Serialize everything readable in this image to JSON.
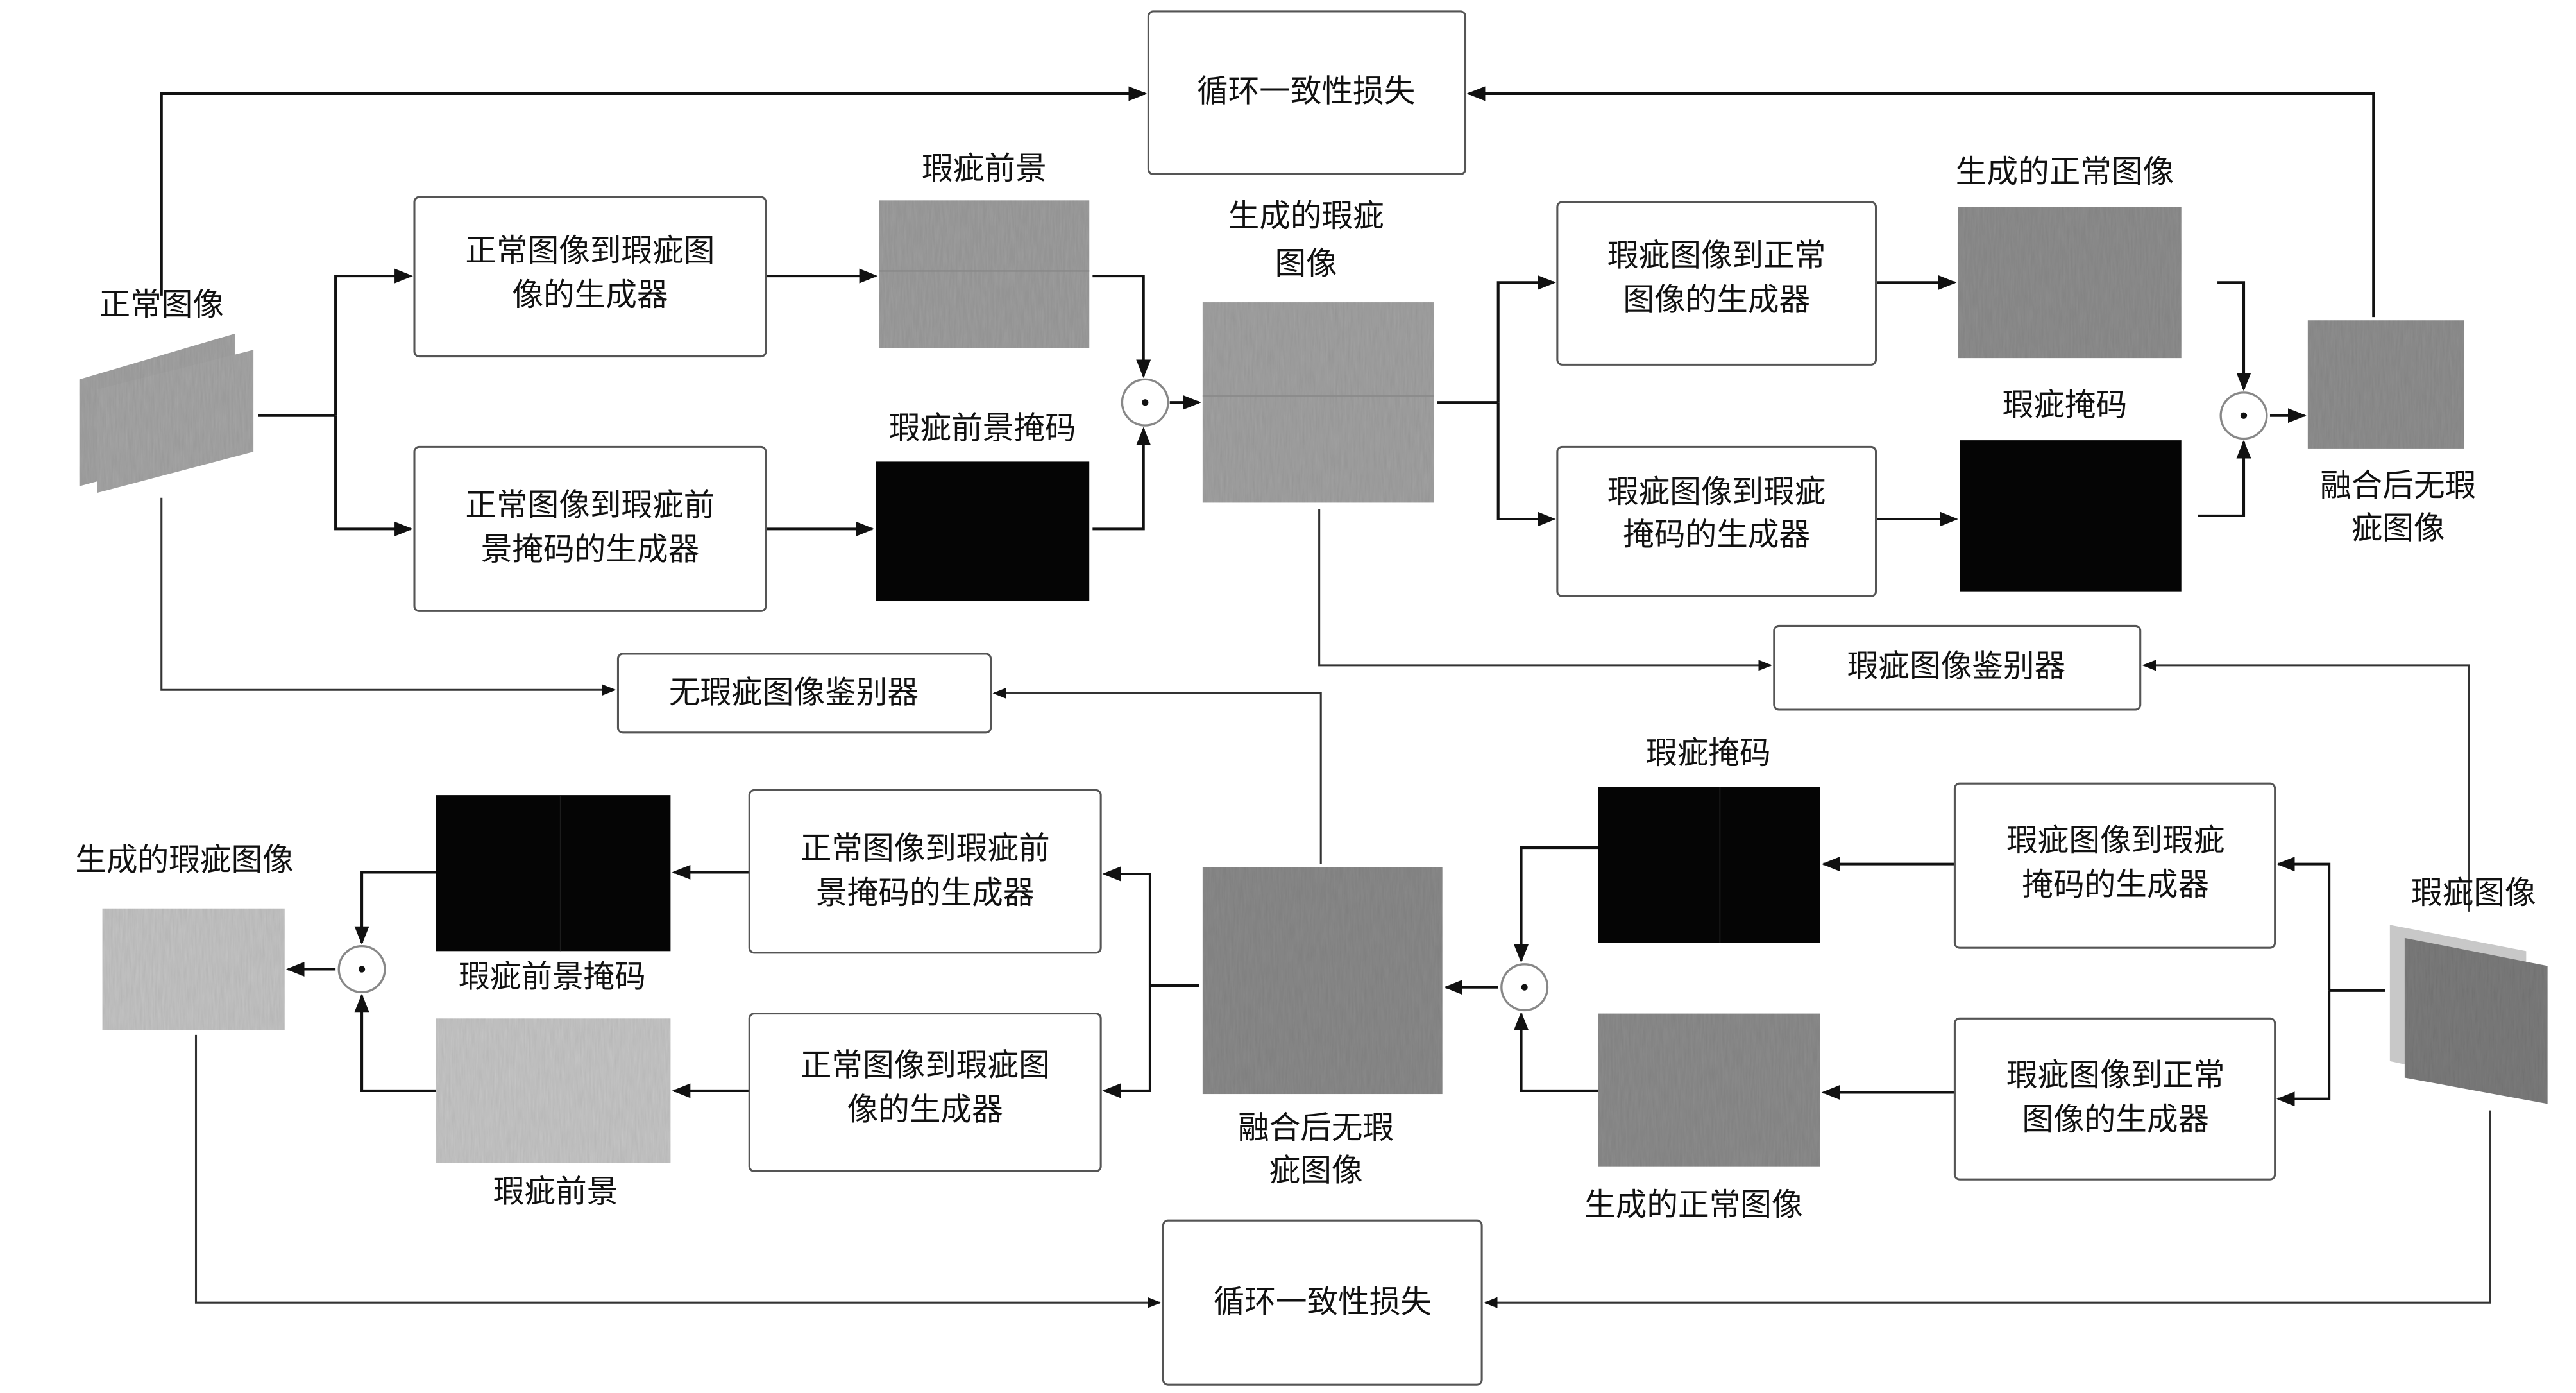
{
  "title": "Cycle-consistent defect generation framework",
  "colors": {
    "mask": "#050505",
    "texture_mid": "#9a9a9a",
    "texture_light": "#c4c4c4",
    "texture_dark": "#858585",
    "box_border": "#555555",
    "line": "#111111"
  },
  "losses": {
    "top": "循环一致性损失",
    "bottom": "循环一致性损失"
  },
  "inputs": {
    "normal_image": "正常图像",
    "defect_image": "瑕疵图像"
  },
  "discriminators": {
    "no_defect": "无瑕疵图像鉴别器",
    "defect": "瑕疵图像鉴别器"
  },
  "top_branch": {
    "gen_normal_to_defect": [
      "正常图像到瑕疵图",
      "像的生成器"
    ],
    "gen_normal_to_fg_mask": [
      "正常图像到瑕疵前",
      "景掩码的生成器"
    ],
    "defect_foreground_label": "瑕疵前景",
    "defect_fg_mask_label": "瑕疵前景掩码",
    "generated_defect_label": [
      "生成的瑕疵",
      "图像"
    ],
    "gen_defect_to_normal": [
      "瑕疵图像到正常",
      "图像的生成器"
    ],
    "gen_defect_to_mask": [
      "瑕疵图像到瑕疵",
      "掩码的生成器"
    ],
    "generated_normal_label": "生成的正常图像",
    "defect_mask_label": "瑕疵掩码",
    "fused_label": [
      "融合后无瑕",
      "疵图像"
    ]
  },
  "bottom_branch": {
    "gen_defect_to_mask": [
      "瑕疵图像到瑕疵",
      "掩码的生成器"
    ],
    "gen_defect_to_normal": [
      "瑕疵图像到正常",
      "图像的生成器"
    ],
    "defect_mask_label": "瑕疵掩码",
    "generated_normal_label": "生成的正常图像",
    "fused_label": [
      "融合后无瑕",
      "疵图像"
    ],
    "gen_normal_to_fg_mask": [
      "正常图像到瑕疵前",
      "景掩码的生成器"
    ],
    "gen_normal_to_defect": [
      "正常图像到瑕疵图",
      "像的生成器"
    ],
    "defect_fg_mask_label": "瑕疵前景掩码",
    "defect_foreground_label": "瑕疵前景",
    "generated_defect_label": "生成的瑕疵图像"
  },
  "operator_symbol": "⊙"
}
